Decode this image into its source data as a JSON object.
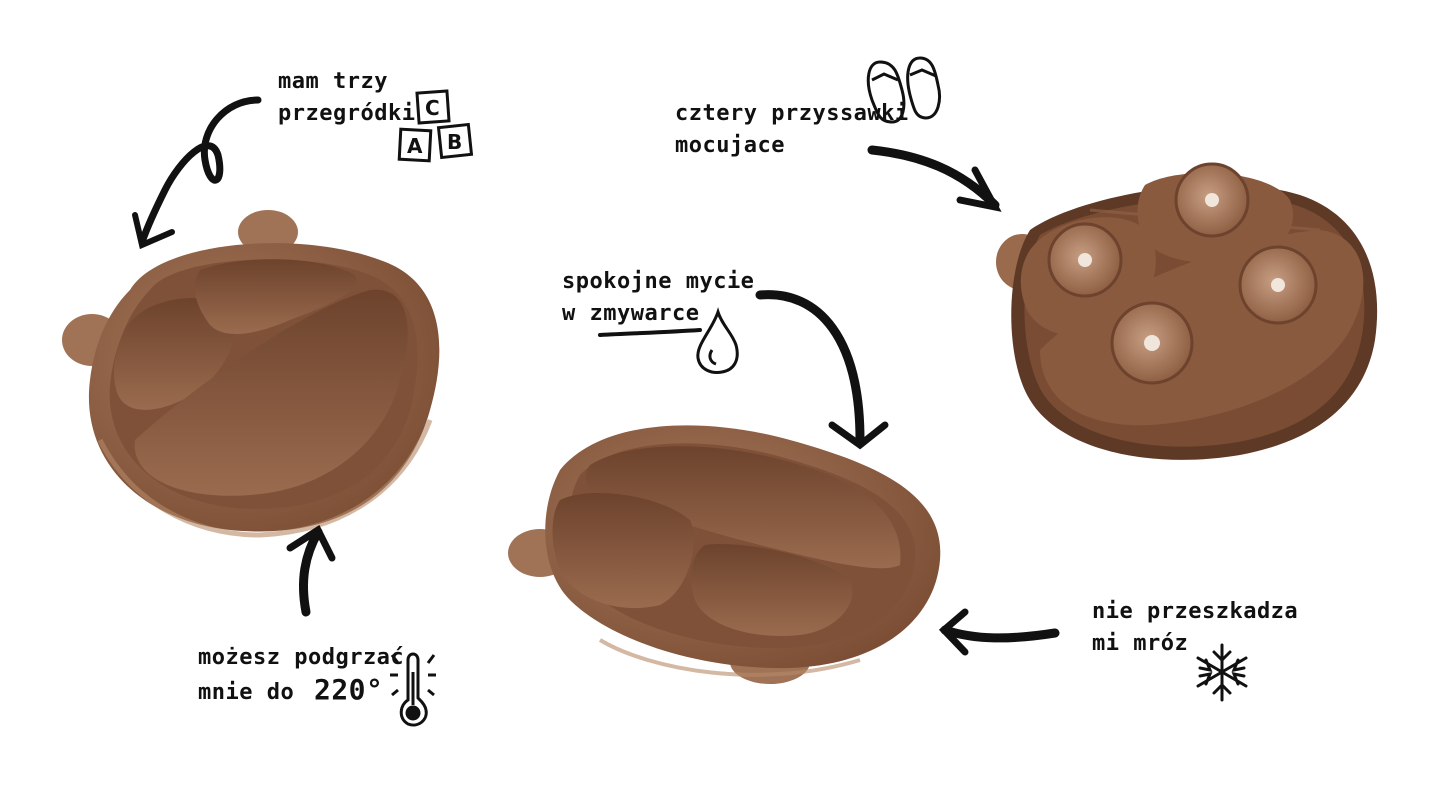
{
  "captions": {
    "compartments": {
      "line1": "mam trzy",
      "line2": "przegródki"
    },
    "suction": {
      "line1": "cztery przyssawki",
      "line2": "mocujace"
    },
    "dishwasher": {
      "line1": "spokojne mycie",
      "line2": "w zmywarce"
    },
    "heat": {
      "line1": "możesz podgrzać",
      "line2": "mnie do",
      "value": "220°"
    },
    "frost": {
      "line1": "nie przeszkadza",
      "line2": "mi mróz"
    }
  },
  "blocks": {
    "a": "A",
    "b": "B",
    "c": "C"
  },
  "icons": [
    "abc-blocks-icon",
    "flip-flops-icon",
    "water-drop-icon",
    "thermometer-icon",
    "snowflake-icon"
  ],
  "colors": {
    "plate": "#8a5a3e",
    "plate_light": "#a87a5c",
    "plate_dark": "#5e3a26",
    "ink": "#111111"
  }
}
